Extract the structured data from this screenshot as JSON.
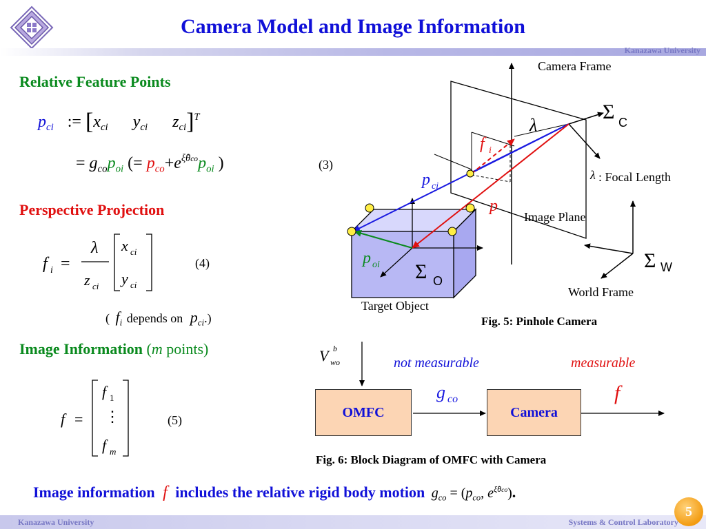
{
  "slide": {
    "title": "Camera Model and Image Information",
    "header_institution": "Kanazawa University",
    "footer_left": "Kanazawa University",
    "footer_right": "Systems & Control Laboratory",
    "page_number": "5"
  },
  "left": {
    "heading_relative": "Relative Feature Points",
    "eq3_number": "(3)",
    "heading_projection": "Perspective Projection",
    "eq4_number": "(4)",
    "depends_note_open": "(",
    "depends_note_text": "depends on",
    "depends_note_close": ".)",
    "heading_info": "Image Information",
    "heading_info_paren_open": "(",
    "heading_info_m": "m",
    "heading_info_paren_text": "points)",
    "eq5_number": "(5)"
  },
  "fig5": {
    "camera_frame": "Camera Frame",
    "focal_length": ": Focal Length",
    "image_plane": "Image Plane",
    "world_frame": "World Frame",
    "target_object": "Target Object",
    "caption": "Fig. 5: Pinhole Camera",
    "sigma_c_sub": "C",
    "sigma_w_sub": "W",
    "sigma_o_sub": "O"
  },
  "fig6": {
    "not_measurable": "not measurable",
    "measurable": "measurable",
    "omfc": "OMFC",
    "camera": "Camera",
    "caption": "Fig. 6: Block Diagram of OMFC with Camera"
  },
  "summary": {
    "part1": "Image information",
    "part2": "includes the relative rigid body motion"
  },
  "colors": {
    "title_blue": "#1010d8",
    "heading_green": "#0a8a1e",
    "heading_red": "#e01010",
    "block_fill": "#fcd5b4",
    "box_fill": "#c8c8f8"
  }
}
